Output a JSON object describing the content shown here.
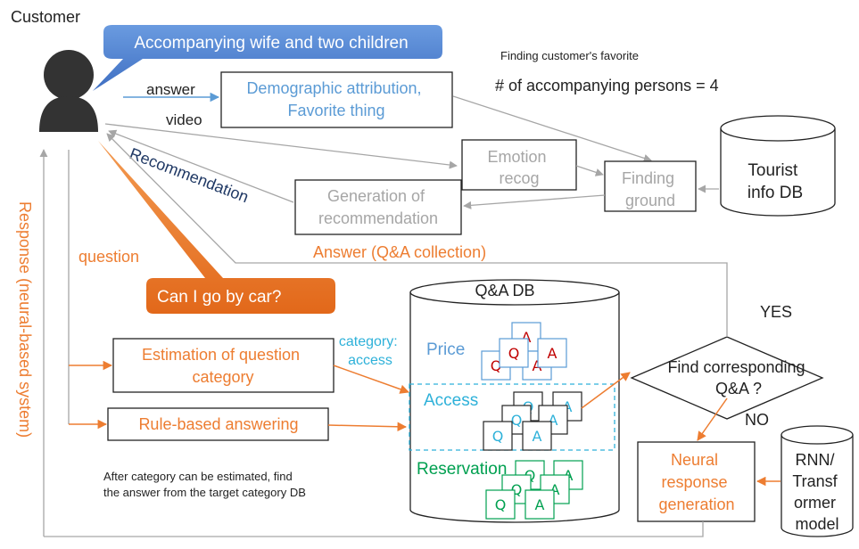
{
  "customer": {
    "label": "Customer",
    "callout": "Accompanying wife and two children"
  },
  "edges": {
    "answer": "answer",
    "video": "video",
    "recommendation": "Recommendation",
    "question": "question",
    "answer_qa": "Answer (Q&A collection)",
    "response": "Response (neural-based system)",
    "yes": "YES",
    "no": "NO"
  },
  "boxes": {
    "demographic": [
      "Demographic attribution,",
      "Favorite thing"
    ],
    "emotion": [
      "Emotion",
      "recog"
    ],
    "generation": [
      "Generation of",
      "recommendation"
    ],
    "finding_ground": [
      "Finding",
      "ground"
    ],
    "tourist_db": [
      "Tourist",
      "info DB"
    ],
    "estimation": [
      "Estimation of question",
      "category"
    ],
    "rule_based": "Rule-based answering",
    "neural": [
      "Neural",
      "response",
      "generation"
    ],
    "rnn": [
      "RNN/",
      "Transf",
      "ormer",
      "model"
    ],
    "decision": [
      "Find corresponding",
      "Q&A ?"
    ]
  },
  "notes": {
    "finding_favorite": "Finding customer's favorite",
    "persons": "# of accompanying persons = 4",
    "category_access": [
      "category:",
      "access"
    ],
    "after_category": [
      "After category can be estimated, find",
      "the answer from the target category DB"
    ]
  },
  "callout_question": "Can I go by car?",
  "qa_db": {
    "title": "Q&A DB",
    "categories": [
      "Price",
      "Access",
      "Reservation"
    ],
    "q": "Q",
    "a": "A"
  },
  "colors": {
    "blue_text": "#5b9bd5",
    "gray_text": "#a6a6a6",
    "orange_text": "#ed7d31",
    "teal": "#2eb1d9",
    "green": "#00a050",
    "red": "#c00000",
    "callout_blue": "#4472c4",
    "callout_orange": "#e87722",
    "dark": "#333333"
  }
}
